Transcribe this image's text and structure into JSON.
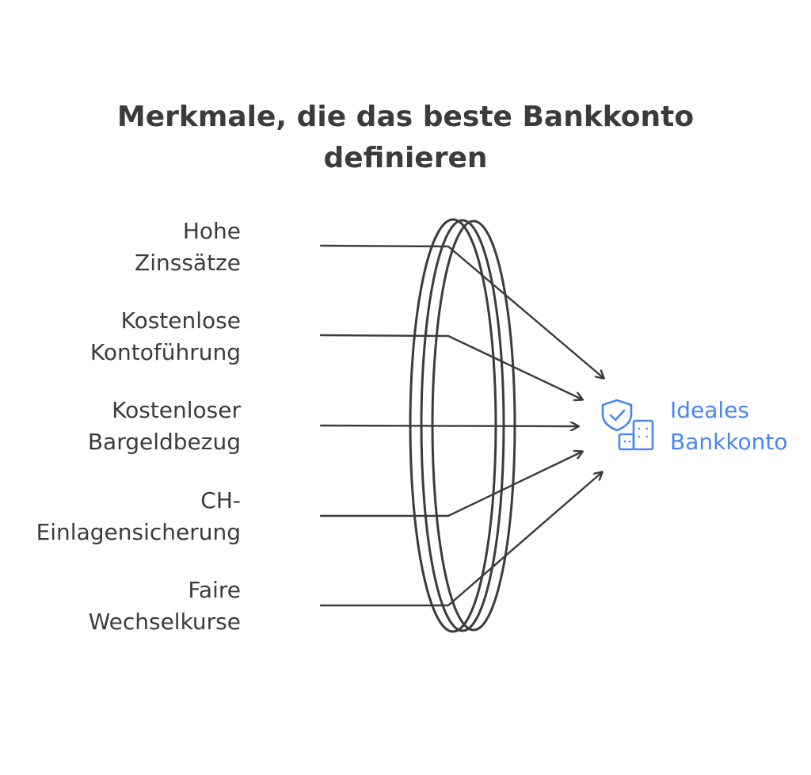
{
  "title": {
    "line1": "Merkmale, die das beste Bankkonto",
    "line2": "definieren"
  },
  "inputs": [
    {
      "line1": "Hohe",
      "line2": "Zinssätze"
    },
    {
      "line1": "Kostenlose",
      "line2": "Kontoführung"
    },
    {
      "line1": "Kostenloser",
      "line2": "Bargeldbezug"
    },
    {
      "line1": "CH-",
      "line2": "Einlagensicherung"
    },
    {
      "line1": "Faire",
      "line2": "Wechselkurse"
    }
  ],
  "output": {
    "line1": "Ideales",
    "line2": "Bankkonto",
    "icon": "bank-shield-icon"
  },
  "colors": {
    "text": "#3b3b3b",
    "stroke": "#3b3b3b",
    "accent": "#4a86f0"
  }
}
